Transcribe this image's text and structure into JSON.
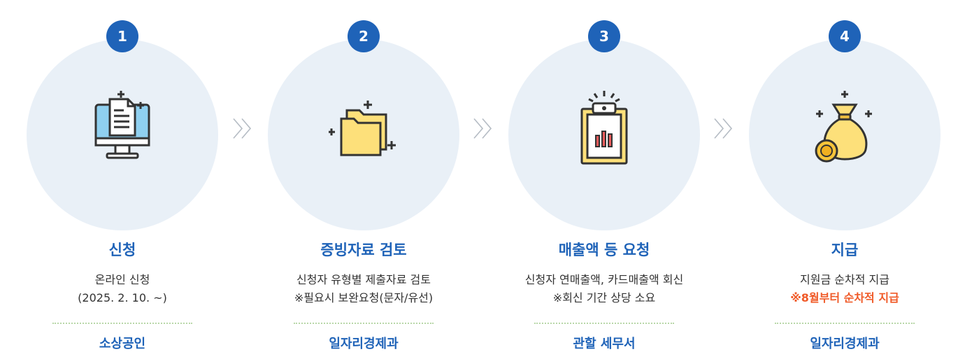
{
  "steps": [
    {
      "number": "1",
      "icon": "monitor-document-icon",
      "title": "신청",
      "desc": [
        "온라인 신청",
        "(2025. 2. 10. ~)"
      ],
      "owner": "소상공인"
    },
    {
      "number": "2",
      "icon": "folder-icon",
      "title": "증빙자료 검토",
      "desc": [
        "신청자 유형별 제출자료 검토",
        "※필요시 보완요청(문자/유선)"
      ],
      "owner": "일자리경제과"
    },
    {
      "number": "3",
      "icon": "clipboard-chart-icon",
      "title": "매출액 등 요청",
      "desc": [
        "신청자 연매출액, 카드매출액 회신",
        "※회신 기간 상당 소요"
      ],
      "owner": "관할 세무서"
    },
    {
      "number": "4",
      "icon": "money-bag-icon",
      "title": "지급",
      "desc": [
        "지원금 순차적 지급"
      ],
      "highlight": "※8월부터 순차적 지급",
      "owner": "일자리경제과"
    }
  ],
  "arrow_icon": "double-chevron-right-icon",
  "colors": {
    "primary": "#1f63b8",
    "circle": "#e9f0f7",
    "highlight": "#f05a28",
    "divider": "#b8d7a8",
    "text": "#333333"
  }
}
